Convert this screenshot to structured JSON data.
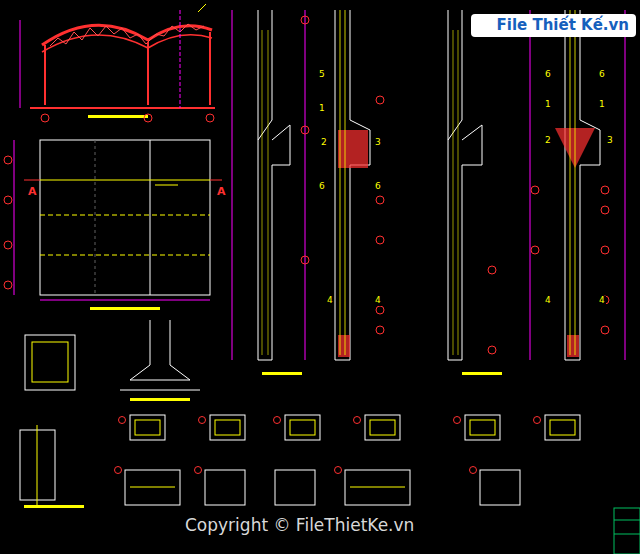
{
  "diagram": {
    "labels": [
      "File Thiết Kế.vn",
      "Copyright © FileThietKe.vn",
      "A",
      "A",
      "5",
      "1",
      "2",
      "3",
      "6",
      "6",
      "4",
      "4",
      "6",
      "6",
      "1",
      "1",
      "2",
      "3",
      "4",
      "4"
    ]
  }
}
